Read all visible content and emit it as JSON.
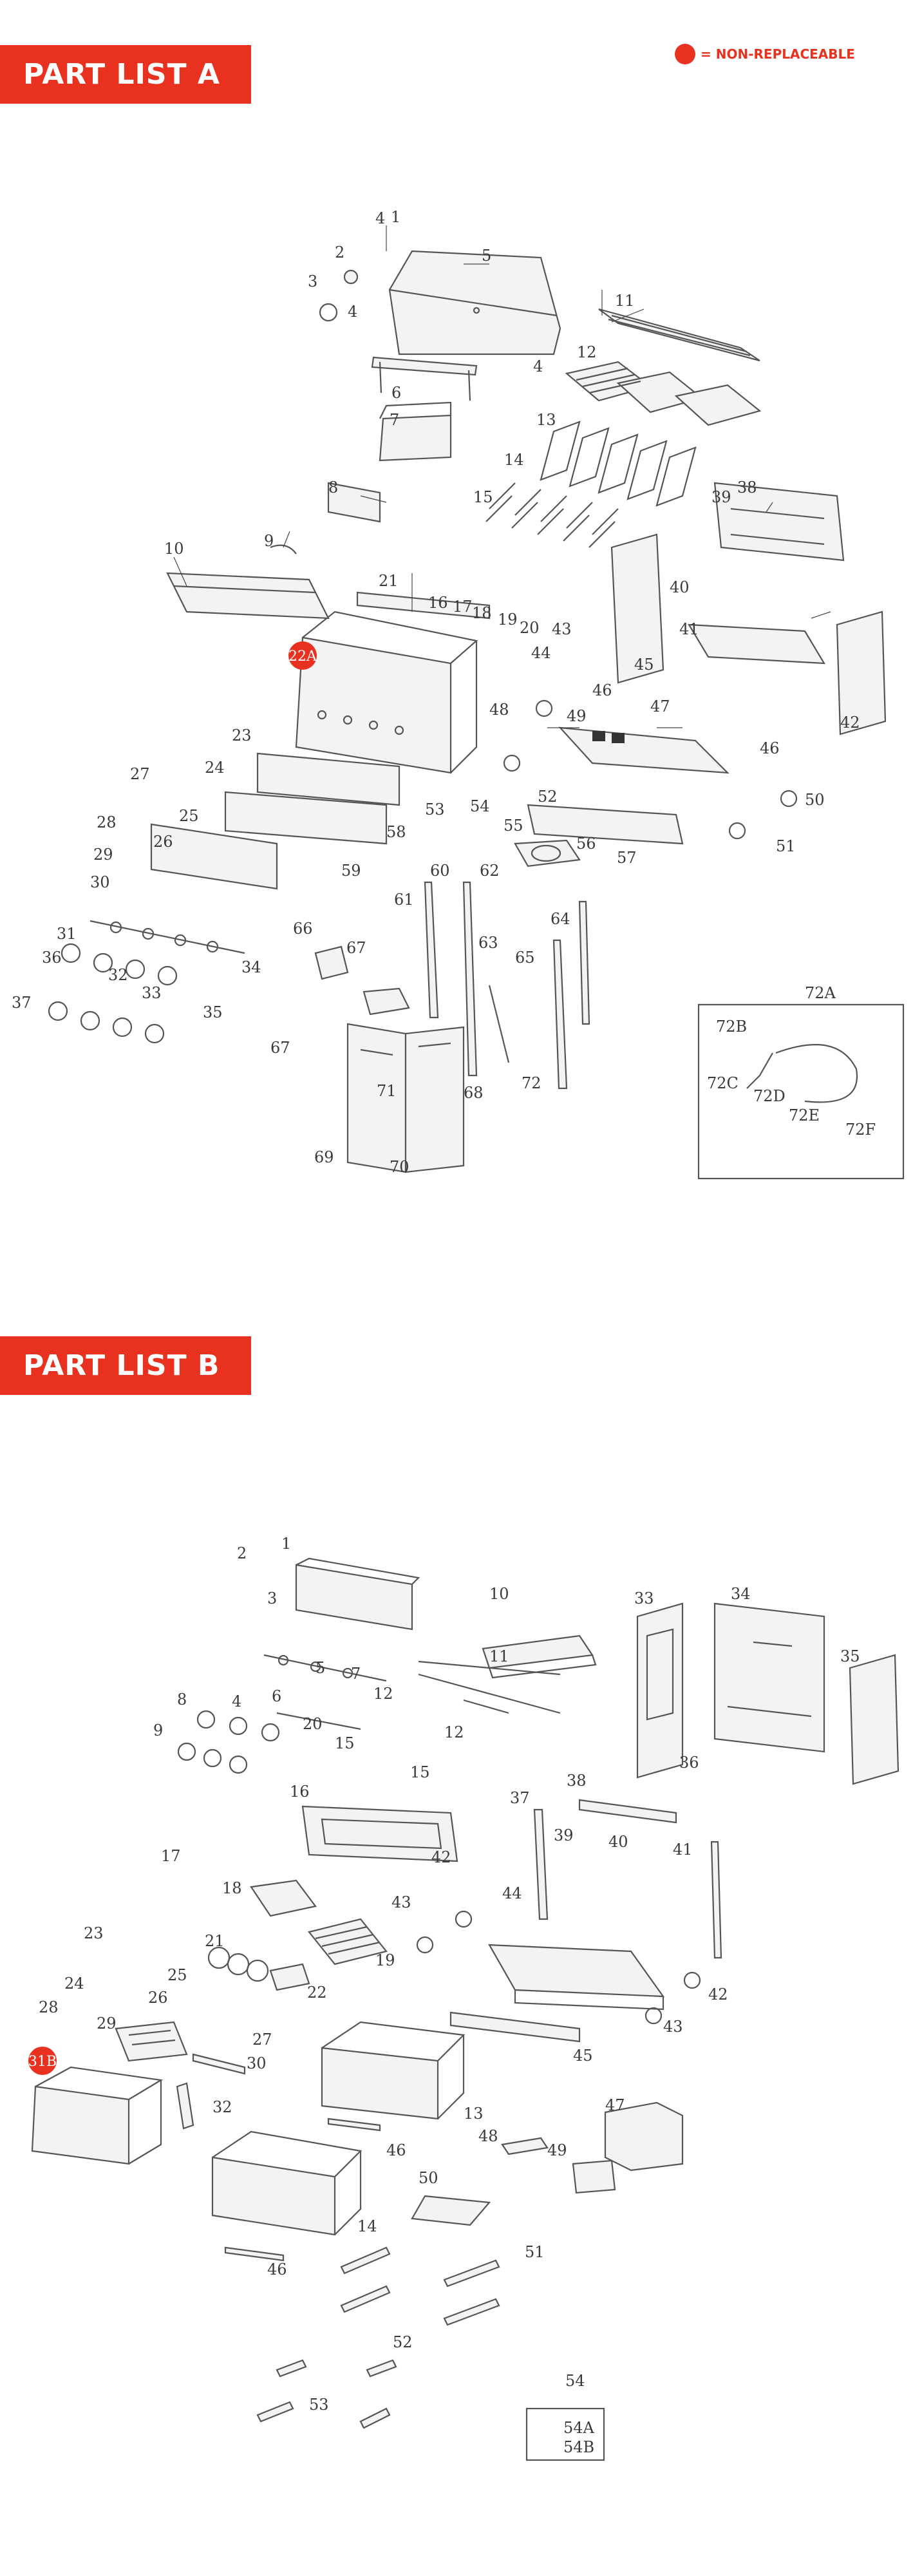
{
  "sections": [
    {
      "title": "PART LIST A"
    },
    {
      "title": "PART LIST B"
    }
  ],
  "legend": {
    "label": "= NON-REPLACEABLE",
    "color": "#e8321f"
  },
  "diagram_a": {
    "non_replaceable": "22A",
    "labels": [
      "1",
      "2",
      "3",
      "4",
      "4",
      "4",
      "5",
      "6",
      "7",
      "8",
      "9",
      "10",
      "11",
      "12",
      "13",
      "14",
      "15",
      "16",
      "17",
      "18",
      "19",
      "20",
      "21",
      "23",
      "24",
      "25",
      "26",
      "27",
      "28",
      "29",
      "30",
      "31",
      "32",
      "33",
      "34",
      "35",
      "36",
      "37",
      "38",
      "39",
      "40",
      "41",
      "42",
      "43",
      "44",
      "45",
      "46",
      "46",
      "47",
      "48",
      "49",
      "50",
      "51",
      "52",
      "53",
      "54",
      "55",
      "56",
      "57",
      "58",
      "59",
      "60",
      "61",
      "62",
      "63",
      "64",
      "65",
      "66",
      "67",
      "67",
      "68",
      "69",
      "70",
      "71",
      "72",
      "72A",
      "72B",
      "72C",
      "72D",
      "72E",
      "72F"
    ]
  },
  "diagram_b": {
    "non_replaceable": "31B",
    "labels": [
      "1",
      "2",
      "3",
      "4",
      "5",
      "6",
      "7",
      "8",
      "9",
      "10",
      "11",
      "12",
      "12",
      "13",
      "14",
      "15",
      "15",
      "16",
      "17",
      "18",
      "19",
      "20",
      "21",
      "22",
      "23",
      "24",
      "25",
      "26",
      "27",
      "28",
      "29",
      "30",
      "32",
      "33",
      "34",
      "35",
      "36",
      "37",
      "38",
      "39",
      "40",
      "41",
      "42",
      "42",
      "43",
      "43",
      "44",
      "45",
      "46",
      "46",
      "47",
      "48",
      "49",
      "50",
      "51",
      "52",
      "53",
      "54",
      "54A",
      "54B"
    ]
  }
}
